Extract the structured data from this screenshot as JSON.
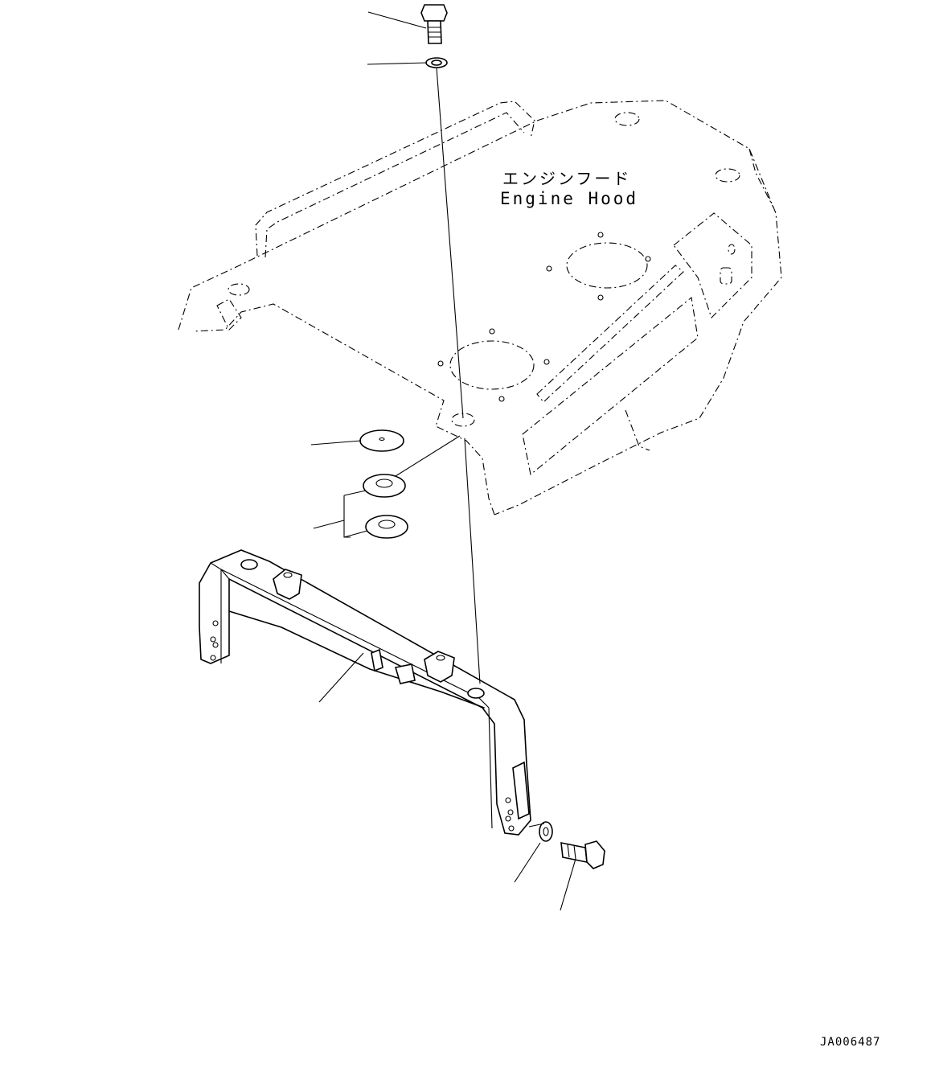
{
  "labels": {
    "engine_hood_jp": "エンジンフード",
    "engine_hood_en": "Engine Hood"
  },
  "drawing_id": "JA006487"
}
